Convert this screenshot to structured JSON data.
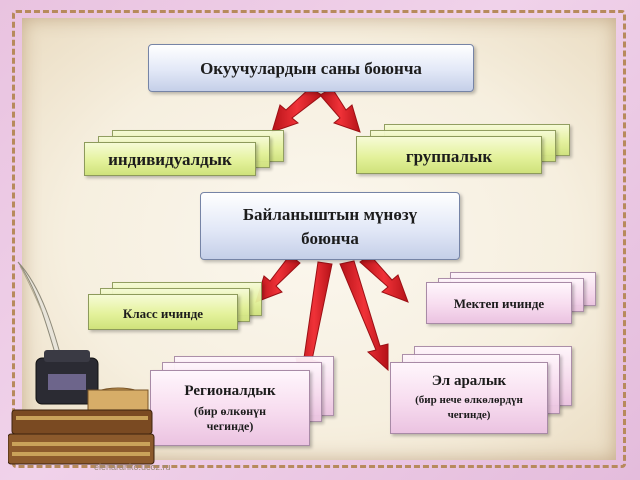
{
  "nodes": {
    "top": "Окуучулардын саны боюнча",
    "individual": "индивидуалдык",
    "group": "группалык",
    "middle": "Байланыштын мүнөзү боюнча",
    "class_inside": "Класс ичинде",
    "school_inside": "Мектеп ичинде",
    "regional": "Регионалдык",
    "regional_sub": "(бир өлкөнүн чегинде)",
    "international": "Эл аралык",
    "international_sub": "(бир нече өлкөлөрдүн чегинде)"
  },
  "watermark": "elenaranko.ucoz.ru",
  "colors": {
    "arrow": "#e8282d",
    "title_scroll": "#dde4f5",
    "green_scroll": "#dcee8f",
    "pink_scroll": "#f5d6ec",
    "background": "#ecc7e4"
  }
}
